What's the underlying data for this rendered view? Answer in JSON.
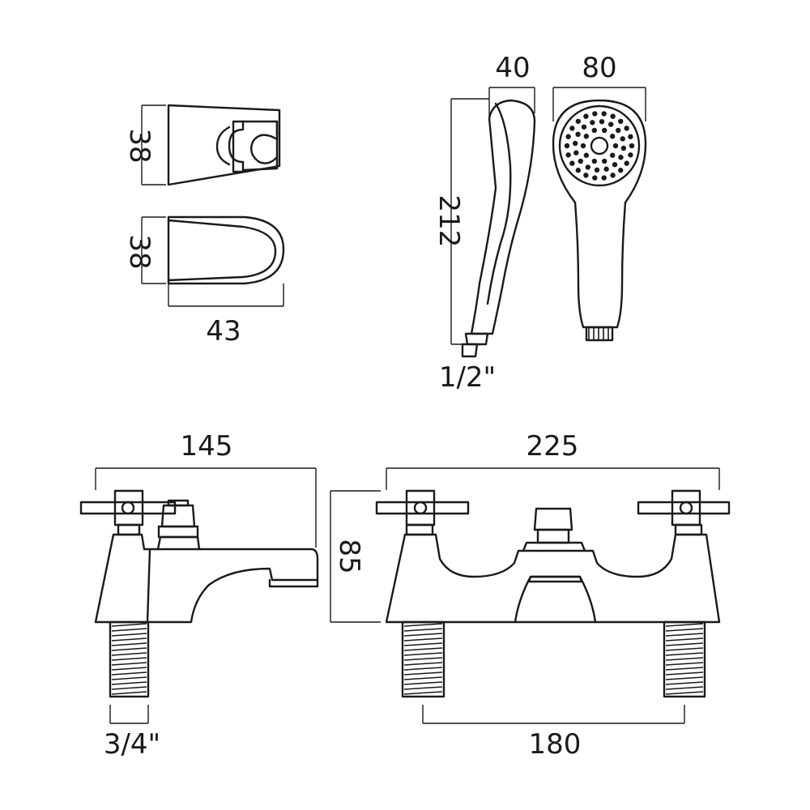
{
  "dimensions": {
    "holder_front_height": "38",
    "holder_side_height": "38",
    "holder_depth": "43",
    "handset_side_depth": "40",
    "handset_face_diameter": "80",
    "handset_length": "212",
    "handset_thread": "1/2\"",
    "mixer_side_depth": "145",
    "mixer_height": "85",
    "mixer_front_width": "225",
    "tail_thread": "3/4\"",
    "tap_centres": "180"
  }
}
